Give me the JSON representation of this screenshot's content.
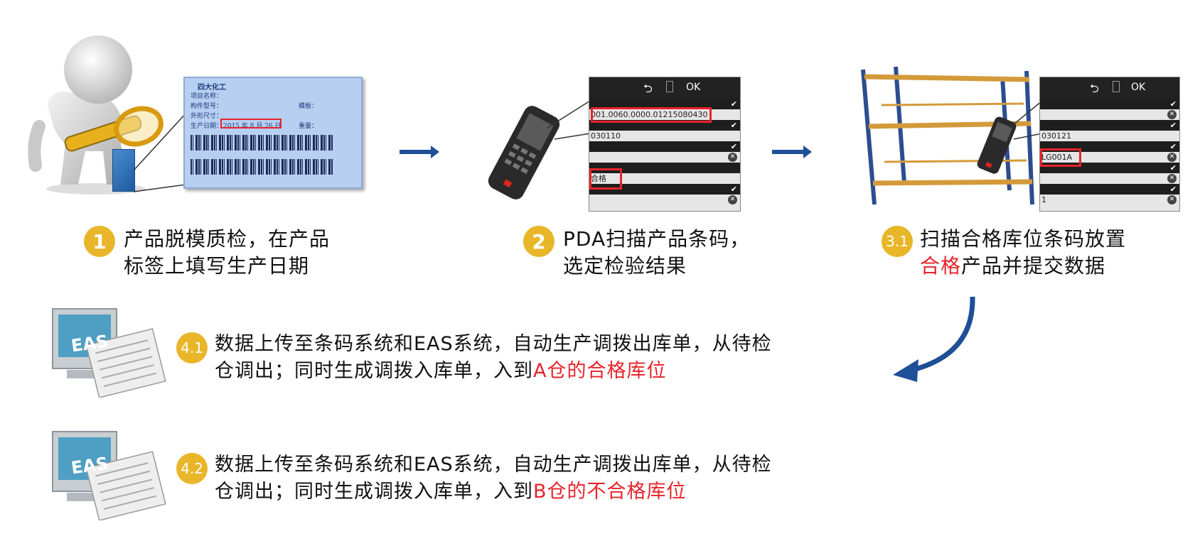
{
  "steps": [
    {
      "badge": "1",
      "line1": "产品脱模质检，在产品",
      "line2": "标签上填写生产日期"
    },
    {
      "badge": "2",
      "line1": "PDA扫描产品条码，",
      "line2": "选定检验结果"
    },
    {
      "badge": "3.1",
      "line1": "扫描合格库位条码放置",
      "line2_red": "合格",
      "line2_rest": "产品并提交数据"
    },
    {
      "badge": "4.1",
      "line1": "数据上传至条码系统和EAS系统，自动生产调拨出库单，从待检",
      "line2_black": "仓调出；同时生成调拨入库单，入到",
      "line2_red": "A仓的合格库位"
    },
    {
      "badge": "4.2",
      "line1": "数据上传至条码系统和EAS系统，自动生产调拨出库单，从待检",
      "line2_black": "仓调出；同时生成调拨入库单，入到",
      "line2_red": "B仓的不合格库位"
    }
  ],
  "label": {
    "company": "四大化工",
    "line1": "项目名称：",
    "line2": "构件型号：",
    "line3": "外形尺寸：",
    "line4": "生产日期：",
    "weight_label": "模板：",
    "qty_label": "重量：",
    "date_value": "2015 年 8 月 26 日"
  },
  "pda1": {
    "ok": "OK",
    "barcode_value": "001.0060.0000.01215080430",
    "stock_value": "030110",
    "result_value": "合格"
  },
  "pda2": {
    "ok": "OK",
    "stock_value": "030121",
    "location_value": "LG001A",
    "count_value": "1"
  },
  "eas_text": "EAS",
  "colors": {
    "badge": "#e8b628",
    "highlight": "#e8232a",
    "arrow": "#1e4f97"
  }
}
